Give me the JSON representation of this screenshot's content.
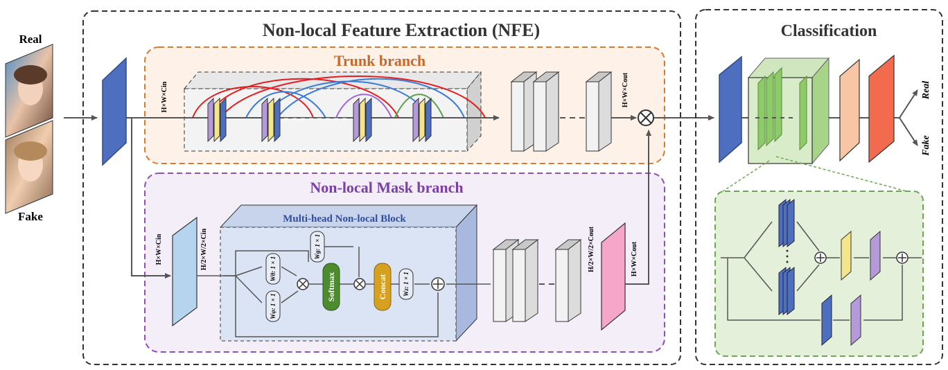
{
  "inputs": {
    "real_label": "Real",
    "fake_label": "Fake"
  },
  "nfe": {
    "title": "Non-local Feature Extraction (NFE)",
    "trunk": {
      "title": "Trunk branch",
      "in_dim": "H×W×Cin",
      "out_dim": "H×W×Cout"
    },
    "mask": {
      "title": "Non-local Mask branch",
      "in_dim": "H×W×Cin",
      "mid_dim": "H/2×W/2×Cin",
      "pre_out_dim": "H/2×W/2×Cout",
      "out_dim": "H×W×Cout",
      "block": {
        "title": "Multi-head Non-local Block",
        "w_theta": "Wθ: 1 × 1",
        "w_phi": "Wφ: 1 × 1",
        "w_g": "Wg: 1 × 1",
        "w_z": "Wz: 1 × 1",
        "softmax": "Softmax",
        "concat": "Concat"
      }
    }
  },
  "classification": {
    "title": "Classification",
    "out_real": "Real",
    "out_fake": "Fake"
  },
  "colors": {
    "blue_feature": "#4e6fbf",
    "yellow": "#f5e58a",
    "purple": "#b49ad8",
    "light_blue": "#b6d4ee",
    "pink": "#f6a6c9",
    "orange_light": "#f8c6a4",
    "red": "#f26b4f",
    "green": "#7dbf5a",
    "softmax_green": "#4c8c2e",
    "concat_gold": "#d6a020",
    "trunk_border": "#d97b2e",
    "mask_border": "#8f4fb8"
  }
}
